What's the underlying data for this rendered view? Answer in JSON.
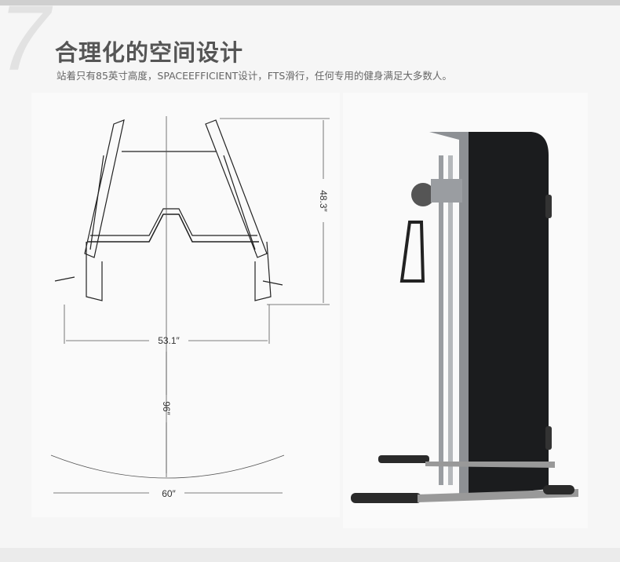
{
  "section_number": "7",
  "title": "合理化的空间设计",
  "subtitle": "站着只有85英寸高度，SPACEEFFICIENT设计，FTS滑行，任何专用的健身满足大多数人。",
  "dimensions": {
    "height": "48.3″",
    "width": "53.1″",
    "depth": "96″",
    "arc_width": "60″"
  }
}
